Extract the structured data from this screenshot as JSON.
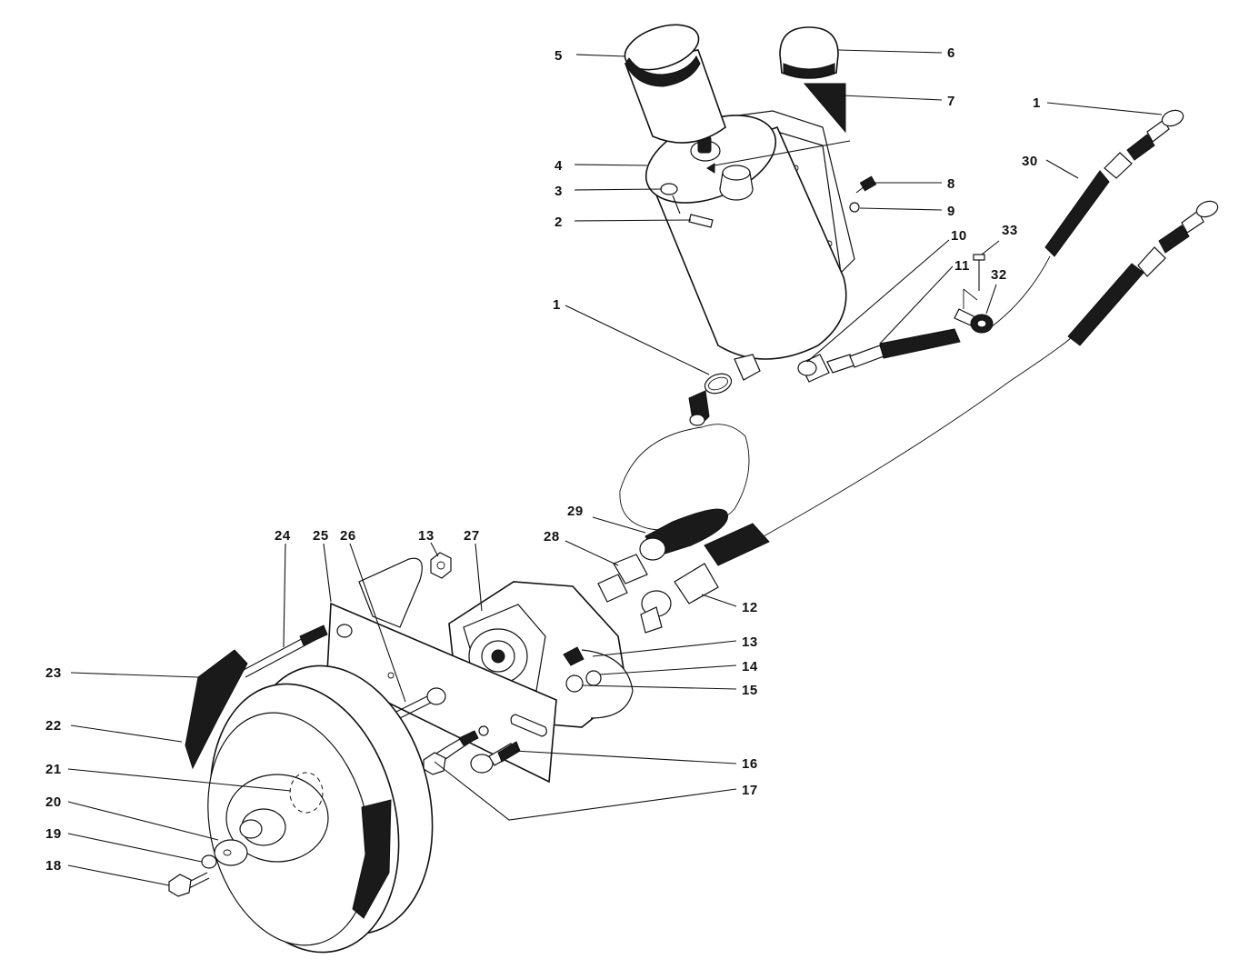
{
  "callouts": [
    {
      "id": "c5",
      "text": "5"
    },
    {
      "id": "c6",
      "text": "6"
    },
    {
      "id": "c7",
      "text": "7"
    },
    {
      "id": "c4",
      "text": "4"
    },
    {
      "id": "c3",
      "text": "3"
    },
    {
      "id": "c2",
      "text": "2"
    },
    {
      "id": "c8",
      "text": "8"
    },
    {
      "id": "c9",
      "text": "9"
    },
    {
      "id": "c1a",
      "text": "1"
    },
    {
      "id": "c30",
      "text": "30"
    },
    {
      "id": "c10",
      "text": "10"
    },
    {
      "id": "c33",
      "text": "33"
    },
    {
      "id": "c11",
      "text": "11"
    },
    {
      "id": "c32",
      "text": "32"
    },
    {
      "id": "c1b",
      "text": "1"
    },
    {
      "id": "c29",
      "text": "29"
    },
    {
      "id": "c28",
      "text": "28"
    },
    {
      "id": "c24",
      "text": "24"
    },
    {
      "id": "c25",
      "text": "25"
    },
    {
      "id": "c26",
      "text": "26"
    },
    {
      "id": "c13a",
      "text": "13"
    },
    {
      "id": "c27",
      "text": "27"
    },
    {
      "id": "c12",
      "text": "12"
    },
    {
      "id": "c13b",
      "text": "13"
    },
    {
      "id": "c14",
      "text": "14"
    },
    {
      "id": "c15",
      "text": "15"
    },
    {
      "id": "c23",
      "text": "23"
    },
    {
      "id": "c22",
      "text": "22"
    },
    {
      "id": "c16",
      "text": "16"
    },
    {
      "id": "c21",
      "text": "21"
    },
    {
      "id": "c17",
      "text": "17"
    },
    {
      "id": "c20",
      "text": "20"
    },
    {
      "id": "c19",
      "text": "19"
    },
    {
      "id": "c18",
      "text": "18"
    }
  ]
}
